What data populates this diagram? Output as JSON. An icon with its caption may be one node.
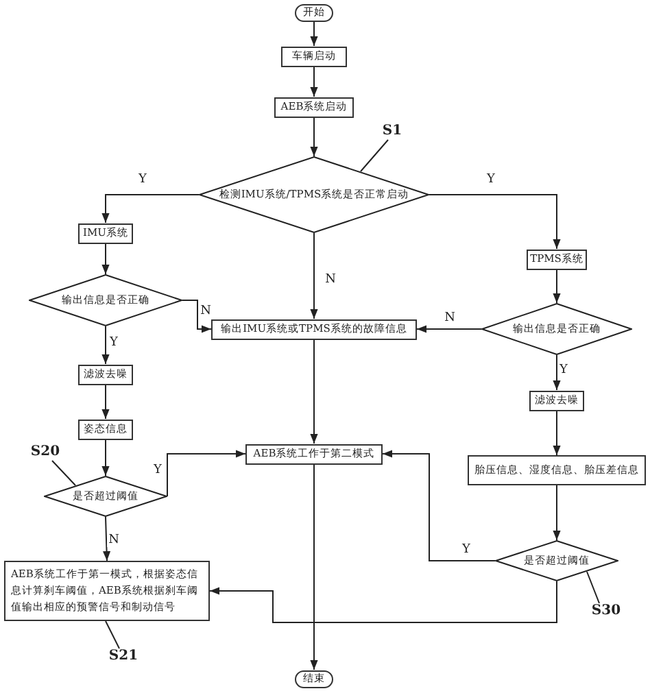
{
  "diagram": {
    "nodes": [
      {
        "text": [
          "开始"
        ]
      },
      {
        "text": [
          "车辆启动"
        ]
      },
      {
        "text": [
          "AEB系统启动"
        ]
      },
      {
        "text": [
          "检测IMU系统/TPMS系统是否正常启动"
        ]
      },
      {
        "text": [
          "IMU系统"
        ]
      },
      {
        "text": [
          "输出信息是否正确"
        ]
      },
      {
        "text": [
          "输出IMU系统或TPMS系统的故障信息"
        ]
      },
      {
        "text": [
          "TPMS系统"
        ]
      },
      {
        "text": [
          "输出信息是否正确"
        ]
      },
      {
        "text": [
          "滤波去噪"
        ]
      },
      {
        "text": [
          "滤波去噪"
        ]
      },
      {
        "text": [
          "姿态信息"
        ]
      },
      {
        "text": [
          "AEB系统工作于第二模式"
        ]
      },
      {
        "text": [
          "胎压信息、湿度信息、胎压差信息"
        ]
      },
      {
        "text": [
          "是否超过阈值"
        ]
      },
      {
        "text": [
          "是否超过阈值"
        ]
      },
      {
        "text": [
          "AEB系统工作于第一模式，根据姿态信息计算刹车阈值，AEB系统根据刹车阈值输出相应的预警信号和制动信号"
        ]
      },
      {
        "text": [
          "结束"
        ]
      },
      {
        "text": [
          "S1"
        ]
      },
      {
        "text": [
          "S20"
        ]
      },
      {
        "text": [
          "S21"
        ]
      },
      {
        "text": [
          "S30"
        ]
      }
    ],
    "edges": [
      {
        "from": 0,
        "to": 1,
        "arrow": "to"
      },
      {
        "from": 1,
        "to": 2,
        "arrow": "to"
      },
      {
        "from": 2,
        "to": 3,
        "arrow": "to"
      },
      {
        "from": 3,
        "to": 4,
        "arrow": "to",
        "label": "Y"
      },
      {
        "from": 3,
        "to": 7,
        "arrow": "to",
        "label": "Y"
      },
      {
        "from": 3,
        "to": 6,
        "arrow": "to",
        "label": "N"
      },
      {
        "from": 4,
        "to": 5,
        "arrow": "to"
      },
      {
        "from": 5,
        "to": 6,
        "arrow": "to",
        "label": "N"
      },
      {
        "from": 5,
        "to": 9,
        "arrow": "to",
        "label": "Y"
      },
      {
        "from": 7,
        "to": 8,
        "arrow": "to"
      },
      {
        "from": 8,
        "to": 6,
        "arrow": "to",
        "label": "N"
      },
      {
        "from": 8,
        "to": 10,
        "arrow": "to",
        "label": "Y"
      },
      {
        "from": 9,
        "to": 11,
        "arrow": "to"
      },
      {
        "from": 11,
        "to": 14,
        "arrow": "to"
      },
      {
        "from": 14,
        "to": 12,
        "arrow": "to",
        "label": "Y"
      },
      {
        "from": 14,
        "to": 16,
        "arrow": "to",
        "label": "N"
      },
      {
        "from": 10,
        "to": 13,
        "arrow": "to"
      },
      {
        "from": 13,
        "to": 15,
        "arrow": "to"
      },
      {
        "from": 15,
        "to": 12,
        "arrow": "to",
        "label": "Y"
      },
      {
        "from": 15,
        "to": 16,
        "arrow": "to"
      },
      {
        "from": 6,
        "to": 12,
        "arrow": "to"
      },
      {
        "from": 12,
        "to": 17,
        "arrow": "to"
      },
      {
        "from": 18,
        "to": 3,
        "arrow": "none"
      },
      {
        "from": 19,
        "to": 14,
        "arrow": "none"
      },
      {
        "from": 20,
        "to": 16,
        "arrow": "none"
      },
      {
        "from": 21,
        "to": 15,
        "arrow": "none"
      }
    ]
  }
}
